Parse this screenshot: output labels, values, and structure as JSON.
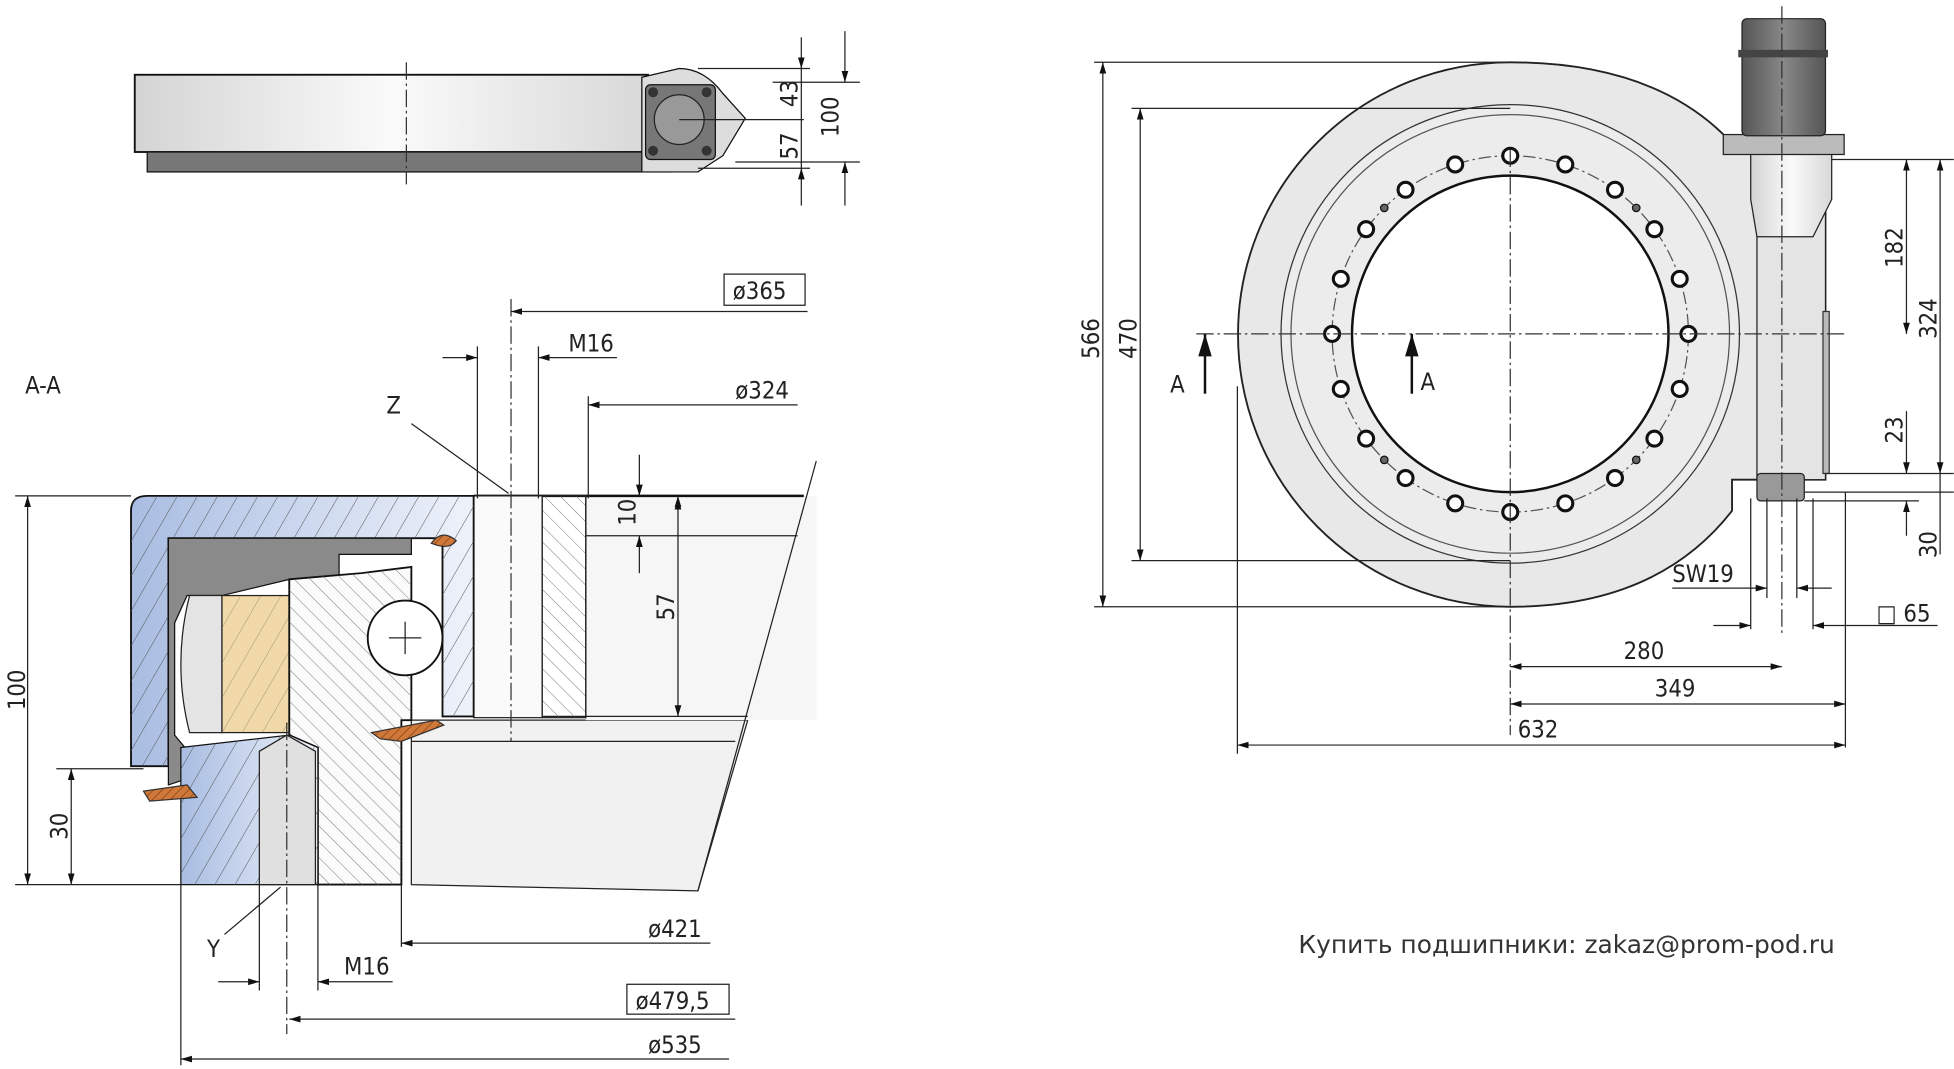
{
  "side_view": {
    "dim_43": "43",
    "dim_57": "57",
    "dim_100": "100"
  },
  "section": {
    "title": "A-A",
    "label_z": "Z",
    "label_y": "Y",
    "dim_d365": "ø365",
    "dim_m16_top": "M16",
    "dim_d324": "ø324",
    "dim_10": "10",
    "dim_57": "57",
    "dim_100": "100",
    "dim_30": "30",
    "dim_d421": "ø421",
    "dim_m16_bottom": "M16",
    "dim_d479": "ø479,5",
    "dim_d535": "ø535"
  },
  "plan_view": {
    "dim_566": "566",
    "dim_470": "470",
    "section_mark_left": "A",
    "section_mark_right": "A",
    "dim_182": "182",
    "dim_324": "324",
    "dim_23": "23",
    "dim_30": "30",
    "dim_sw19": "SW19",
    "dim_sq65": "□ 65",
    "dim_280": "280",
    "dim_349": "349",
    "dim_632": "632"
  },
  "footer": {
    "text": "Купить подшипники: zakaz@prom-pod.ru"
  },
  "colors": {
    "steel_blue": "#b8c8e6",
    "roller": "#f0d8a8",
    "seal": "#c8642a",
    "housing": "#e6e6e6",
    "motor": "#6a6a6a"
  }
}
